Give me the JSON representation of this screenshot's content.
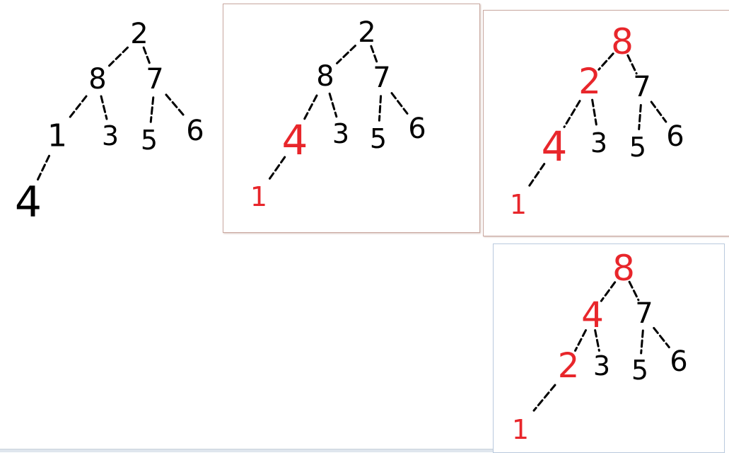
{
  "colors": {
    "ink": "#000000",
    "changed": "#e8262b"
  },
  "panels": [
    {
      "id": "p1",
      "width": 315,
      "height": 330,
      "nodes": {
        "root": {
          "v": "2",
          "c": "ink"
        },
        "l": {
          "v": "8",
          "c": "ink"
        },
        "r": {
          "v": "7",
          "c": "ink"
        },
        "ll": {
          "v": "1",
          "c": "ink"
        },
        "lr": {
          "v": "3",
          "c": "ink"
        },
        "rl": {
          "v": "5",
          "c": "ink"
        },
        "rr": {
          "v": "6",
          "c": "ink"
        },
        "lll": {
          "v": "4",
          "c": "ink"
        }
      }
    },
    {
      "id": "p2",
      "width": 362,
      "height": 322,
      "nodes": {
        "root": {
          "v": "2",
          "c": "ink"
        },
        "l": {
          "v": "8",
          "c": "ink"
        },
        "r": {
          "v": "7",
          "c": "ink"
        },
        "ll": {
          "v": "4",
          "c": "changed"
        },
        "lr": {
          "v": "3",
          "c": "ink"
        },
        "rl": {
          "v": "5",
          "c": "ink"
        },
        "rr": {
          "v": "6",
          "c": "ink"
        },
        "lll": {
          "v": "1",
          "c": "changed"
        }
      }
    },
    {
      "id": "p3",
      "width": 348,
      "height": 318,
      "nodes": {
        "root": {
          "v": "8",
          "c": "changed"
        },
        "l": {
          "v": "2",
          "c": "changed"
        },
        "r": {
          "v": "7",
          "c": "ink"
        },
        "ll": {
          "v": "4",
          "c": "changed"
        },
        "lr": {
          "v": "3",
          "c": "ink"
        },
        "rl": {
          "v": "5",
          "c": "ink"
        },
        "rr": {
          "v": "6",
          "c": "ink"
        },
        "lll": {
          "v": "1",
          "c": "changed"
        }
      }
    },
    {
      "id": "p4",
      "width": 326,
      "height": 294,
      "nodes": {
        "root": {
          "v": "8",
          "c": "changed"
        },
        "l": {
          "v": "4",
          "c": "changed"
        },
        "r": {
          "v": "7",
          "c": "ink"
        },
        "ll": {
          "v": "2",
          "c": "changed"
        },
        "lr": {
          "v": "3",
          "c": "ink"
        },
        "rl": {
          "v": "5",
          "c": "ink"
        },
        "rr": {
          "v": "6",
          "c": "ink"
        },
        "lll": {
          "v": "1",
          "c": "changed"
        }
      }
    }
  ]
}
